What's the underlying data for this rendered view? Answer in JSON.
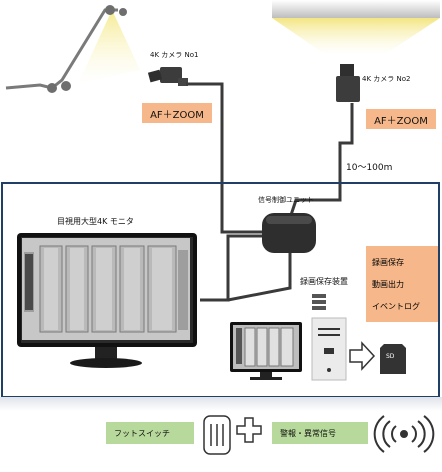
{
  "cameras": {
    "cam1": {
      "label": "4K カメラ  No1",
      "control": "AF＋ZOOM"
    },
    "cam2": {
      "label": "4K カメラ  No2",
      "control": "AF＋ZOOM"
    }
  },
  "distance_label": "10〜100m",
  "signal_unit_label": "信号制御ユニット",
  "monitor_label": "目視用大型4K モニタ",
  "recorder_label": "録画保存装置",
  "functions": [
    "録画保存",
    "動画出力",
    "イベントログ"
  ],
  "sd_label": "SD",
  "foot_switch_label": "フットスイッチ",
  "alarm_label": "警報・異常信号",
  "colors": {
    "accent": "#f6b88b",
    "frame": "#1f3f66",
    "green": "#b7d99b",
    "cable": "#3a3a3a"
  }
}
